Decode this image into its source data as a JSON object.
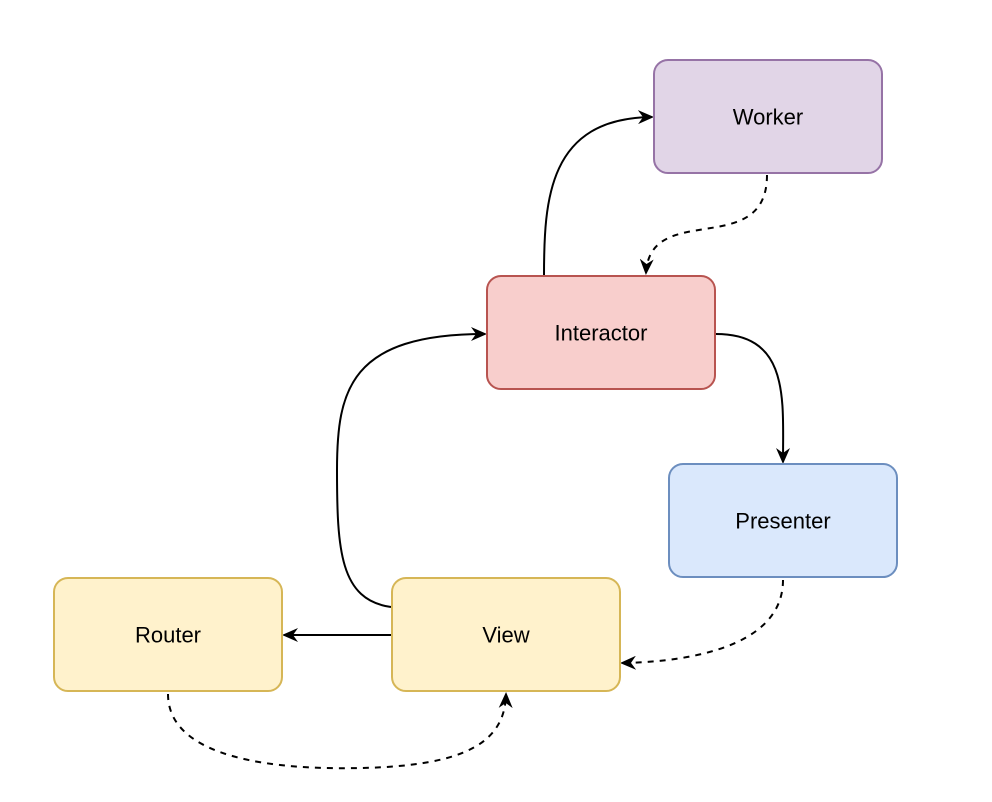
{
  "nodes": {
    "worker": {
      "label": "Worker",
      "fill": "#e1d5e7",
      "stroke": "#9673a6"
    },
    "interactor": {
      "label": "Interactor",
      "fill": "#f8cecc",
      "stroke": "#b85450"
    },
    "presenter": {
      "label": "Presenter",
      "fill": "#dae8fc",
      "stroke": "#6c8ebf"
    },
    "view": {
      "label": "View",
      "fill": "#fff2cc",
      "stroke": "#d6b656"
    },
    "router": {
      "label": "Router",
      "fill": "#fff2cc",
      "stroke": "#d6b656"
    }
  },
  "edges": [
    {
      "from": "Interactor",
      "to": "Worker",
      "style": "solid"
    },
    {
      "from": "Worker",
      "to": "Interactor",
      "style": "dashed"
    },
    {
      "from": "Interactor",
      "to": "Presenter",
      "style": "solid"
    },
    {
      "from": "Presenter",
      "to": "View",
      "style": "dashed"
    },
    {
      "from": "View",
      "to": "Interactor",
      "style": "solid"
    },
    {
      "from": "View",
      "to": "Router",
      "style": "solid"
    },
    {
      "from": "Router",
      "to": "View",
      "style": "dashed"
    }
  ],
  "edge_color": "#000000"
}
